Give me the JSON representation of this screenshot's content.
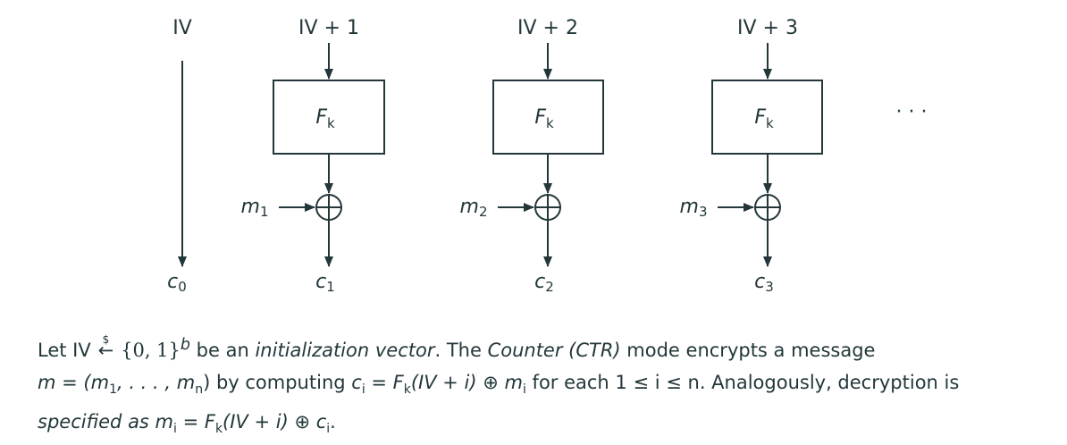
{
  "diagram": {
    "iv_label": "IV",
    "c0_label": "c",
    "c0_sub": "0",
    "block_label": "F",
    "block_sub": "k",
    "ellipsis": "· · ·",
    "columns": [
      {
        "input": "IV + 1",
        "m": "m",
        "m_sub": "1",
        "c": "c",
        "c_sub": "1"
      },
      {
        "input": "IV + 2",
        "m": "m",
        "m_sub": "2",
        "c": "c",
        "c_sub": "2"
      },
      {
        "input": "IV + 3",
        "m": "m",
        "m_sub": "3",
        "c": "c",
        "c_sub": "3"
      }
    ]
  },
  "caption": {
    "let": "Let IV",
    "sample_symbol": "←",
    "dollar": "$",
    "set": "{0, 1}",
    "set_exp": "b",
    "be_an": " be an ",
    "iv_term": "initialization vector",
    "the": ". The ",
    "ctr_term": "Counter (CTR)",
    "mode_text": " mode encrypts a message",
    "m_eq": "m = (m",
    "m1": "1",
    "dots": ", . . . , m",
    "mn": "n",
    "by_computing": ") by computing ",
    "ci_formula": "c",
    "ci_sub": "i",
    "eq_fk": " = F",
    "k": "k",
    "iv_plus_i": "(IV + i) ⊕ m",
    "mi_sub": "i",
    "for_each": " for each 1 ≤ i ≤ n. Analogously, decryption is",
    "specified": "specified as m",
    "spec_sub": "i",
    "spec_eq": " = F",
    "spec_k": "k",
    "spec_rest": "(IV + i) ⊕ c",
    "spec_ci": "i",
    "period": "."
  }
}
